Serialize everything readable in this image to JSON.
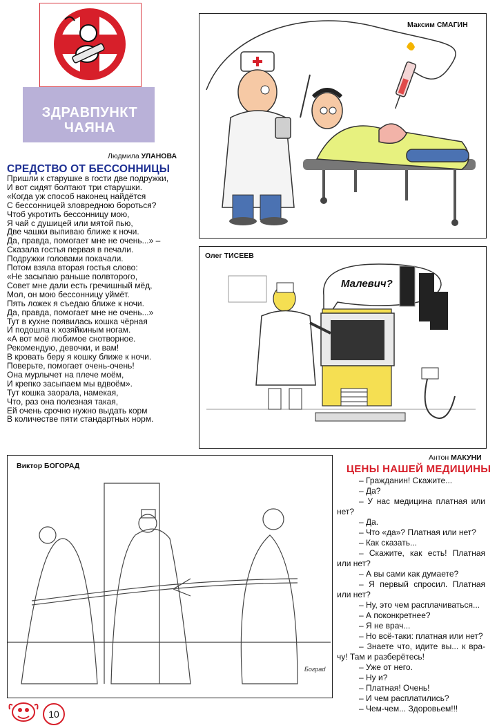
{
  "header": {
    "section_line1": "ЗДРАВПУНКТ",
    "section_line2": "ЧАЯНА",
    "colors": {
      "red": "#d71f2a",
      "banner": "#b9b1d8",
      "title_blue": "#1d2f92"
    }
  },
  "poem": {
    "author_first": "Людмила",
    "author_last": "УЛАНОВА",
    "title": "СРЕДСТВО ОТ БЕССОННИЦЫ",
    "lines": [
      "Пришли к старушке в гости две подружки,",
      "И вот сидят болтают три старушки.",
      "«Когда уж способ наконец найдётся",
      "С бессонницей зловредною бороться?",
      "Чтоб укротить бессонницу мою,",
      "Я чай с душицей или мятой пью,",
      "Две чашки выпиваю ближе к ночи.",
      "Да, правда, помогает мне не очень...» –",
      "Сказала гостья первая в печали.",
      "Подружки головами покачали.",
      "Потом взяла вторая гостья слово:",
      "«Не засыпаю раньше полвторого,",
      "Совет мне дали есть гречишный мёд,",
      "Мол, он мою бессонницу уймёт.",
      "Пять ложек я съедаю ближе к ночи.",
      "Да, правда, помогает мне не очень...»",
      "Тут в кухне появилась кошка чёрная",
      "И подошла к хозяйкиным ногам.",
      "«А вот моё любимое снотворное.",
      "Рекомендую, девочки, и вам!",
      "В кровать беру я кошку ближе к ночи.",
      "Поверьте, помогает очень-очень!",
      "Она мурлычет на плече моём,",
      "И крепко засыпаем мы вдвоём».",
      "Тут кошка заорала, намекая,",
      "Что, раз она полезная такая,",
      "Ей очень срочно нужно выдать корм",
      "В количестве пяти стандартных норм."
    ]
  },
  "cartoons": {
    "c1_first": "Максим",
    "c1_last": "СМАГИН",
    "c2_first": "Олег",
    "c2_last": "ТИСЕЕВ",
    "c2_bubble": "Малевич?",
    "c3_first": "Виктор",
    "c3_last": "БОГОРАД"
  },
  "dialog": {
    "author_first": "Антон",
    "author_last": "МАКУНИ",
    "title": "ЦЕНЫ НАШЕЙ МЕДИЦИНЫ",
    "lines": [
      "– Гражданин! Скажите...",
      "– Да?",
      "– У нас медицина платная или",
      "нет?",
      "– Да.",
      "– Что «да»? Платная или нет?",
      "– Как сказать...",
      "– Скажите, как есть! Платная",
      "или нет?",
      "– А вы сами как думаете?",
      "– Я первый спросил. Платная",
      "или нет?",
      "– Ну, это чем расплачиваться...",
      "– А поконкретнее?",
      "– Я не врач...",
      "– Но всё-таки: платная или нет?",
      "– Знаете что, идите вы... к вра-",
      "чу! Там и разберётесь!",
      "– Уже от него.",
      "– Ну и?",
      "– Платная! Очень!",
      "– И чем расплатились?",
      "– Чем-чем... Здоровьем!!!"
    ]
  },
  "footer": {
    "page_number": "10"
  }
}
